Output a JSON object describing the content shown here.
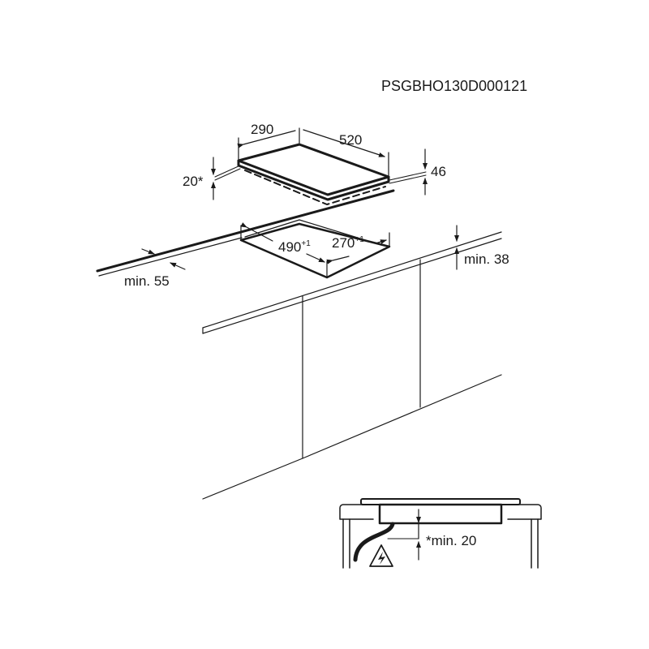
{
  "model_code": "PSGBHO130D000121",
  "dimensions": {
    "hob_depth": "290",
    "hob_width": "520",
    "hob_height": "46",
    "hob_top_thickness": "20*",
    "cutout_width": "490",
    "cutout_width_tolerance": "+1",
    "cutout_depth": "270",
    "cutout_depth_tolerance": "+1",
    "front_distance": "min. 55",
    "worktop_thickness": "min. 38",
    "clearance_below": "*min. 20"
  },
  "icons": [
    "electrical-hazard-warning-icon"
  ]
}
